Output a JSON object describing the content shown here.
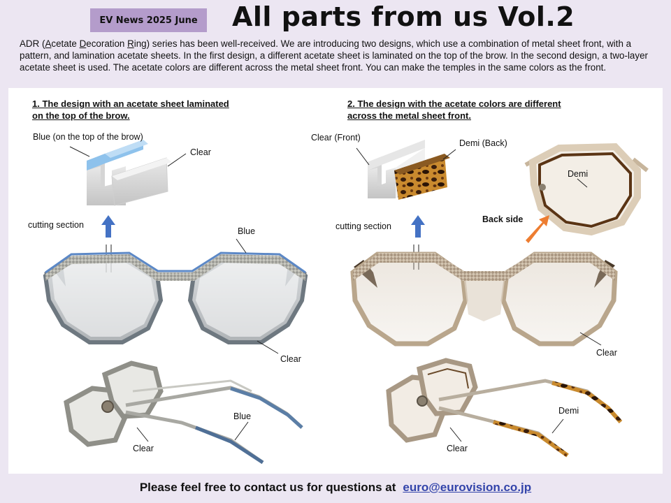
{
  "header": {
    "badge": "EV News 2025 June",
    "title": "All parts from us Vol.2"
  },
  "intro": {
    "p1": "ADR (",
    "a": "A",
    "p2": "cetate ",
    "d": "D",
    "p3": "ecoration ",
    "r": "R",
    "p4": "ing) series has been well-received. We are introducing two designs, which use a combination of metal sheet front, with a pattern, and lamination acetate sheets. In the first design, a different acetate sheet is laminated on the top of the brow. In the second design, a two-layer acetate sheet is used. The acetate colors are different across the metal sheet front. You can make the temples in the same colors as the front."
  },
  "design1": {
    "heading_line1": "1. The design with an acetate sheet laminated",
    "heading_line2": "on the top of the brow.",
    "label_blue_top": "Blue (on the top of the brow)",
    "label_clear_block": "Clear",
    "label_cutting": "cutting section",
    "label_blue_front": "Blue",
    "label_clear_front": "Clear",
    "label_blue_side": "Blue",
    "label_clear_side": "Clear"
  },
  "design2": {
    "heading_line1": "2. The design with the acetate colors are different",
    "heading_line2": "across the metal sheet front.",
    "label_clear_front_block": "Clear (Front)",
    "label_demi_back_block": "Demi (Back)",
    "label_demi_back_view": "Demi",
    "label_back_side": "Back side",
    "label_cutting": "cutting section",
    "label_clear_front": "Clear",
    "label_demi_side": "Demi",
    "label_clear_side": "Clear"
  },
  "footer": {
    "text": "Please feel free to contact us for questions at",
    "email": "euro@eurovision.co.jp"
  },
  "colors": {
    "background": "#ECE6F2",
    "badge": "#B49CCB",
    "arrow_blue": "#4472C4",
    "arrow_orange": "#ED7D31",
    "link": "#3344AA"
  }
}
